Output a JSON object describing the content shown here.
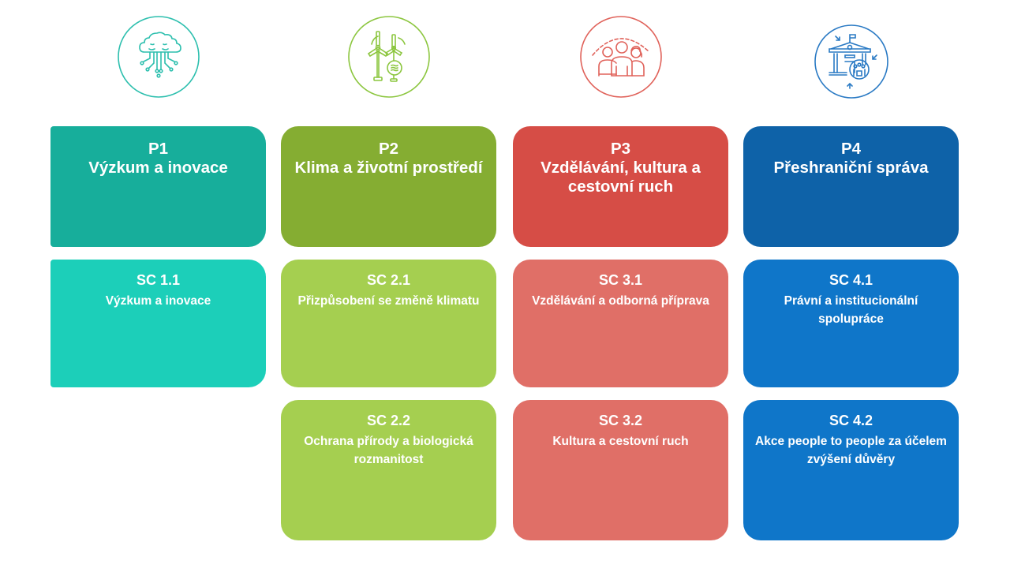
{
  "priorities": [
    {
      "code": "P1",
      "title": "Výzkum a inovace",
      "icon": "cloud-brain-circuit-icon",
      "colors": {
        "icon": "#2dbfae",
        "head": "#17ae9b",
        "sub": "#1ccfb9"
      },
      "objectives": [
        {
          "code": "SC 1.1",
          "title": "Výzkum a inovace"
        }
      ]
    },
    {
      "code": "P2",
      "title": "Klima a životní prostředí",
      "icon": "wind-turbines-icon",
      "colors": {
        "icon": "#8cc63f",
        "head": "#85ad32",
        "sub": "#a5cf50"
      },
      "objectives": [
        {
          "code": "SC 2.1",
          "title": "Přizpůsobení se změně klimatu"
        },
        {
          "code": "SC 2.2",
          "title": "Ochrana přírody a biologická rozmanitost"
        }
      ]
    },
    {
      "code": "P3",
      "title": "Vzdělávání, kultura a cestovní ruch",
      "icon": "people-group-icon",
      "colors": {
        "icon": "#e0625a",
        "head": "#d64d46",
        "sub": "#e06f67"
      },
      "objectives": [
        {
          "code": "SC 3.1",
          "title": "Vzdělávání a odborná příprava"
        },
        {
          "code": "SC 3.2",
          "title": "Kultura a cestovní ruch"
        }
      ]
    },
    {
      "code": "P4",
      "title": "Přeshraniční správa",
      "icon": "institution-building-icon",
      "colors": {
        "icon": "#2a7ac4",
        "head": "#0e62a8",
        "sub": "#0f76c9"
      },
      "objectives": [
        {
          "code": "SC 4.1",
          "title": "Právní a institucionální spolupráce"
        },
        {
          "code": "SC 4.2",
          "title": "Akce people to people za účelem zvýšení důvěry"
        }
      ]
    }
  ]
}
